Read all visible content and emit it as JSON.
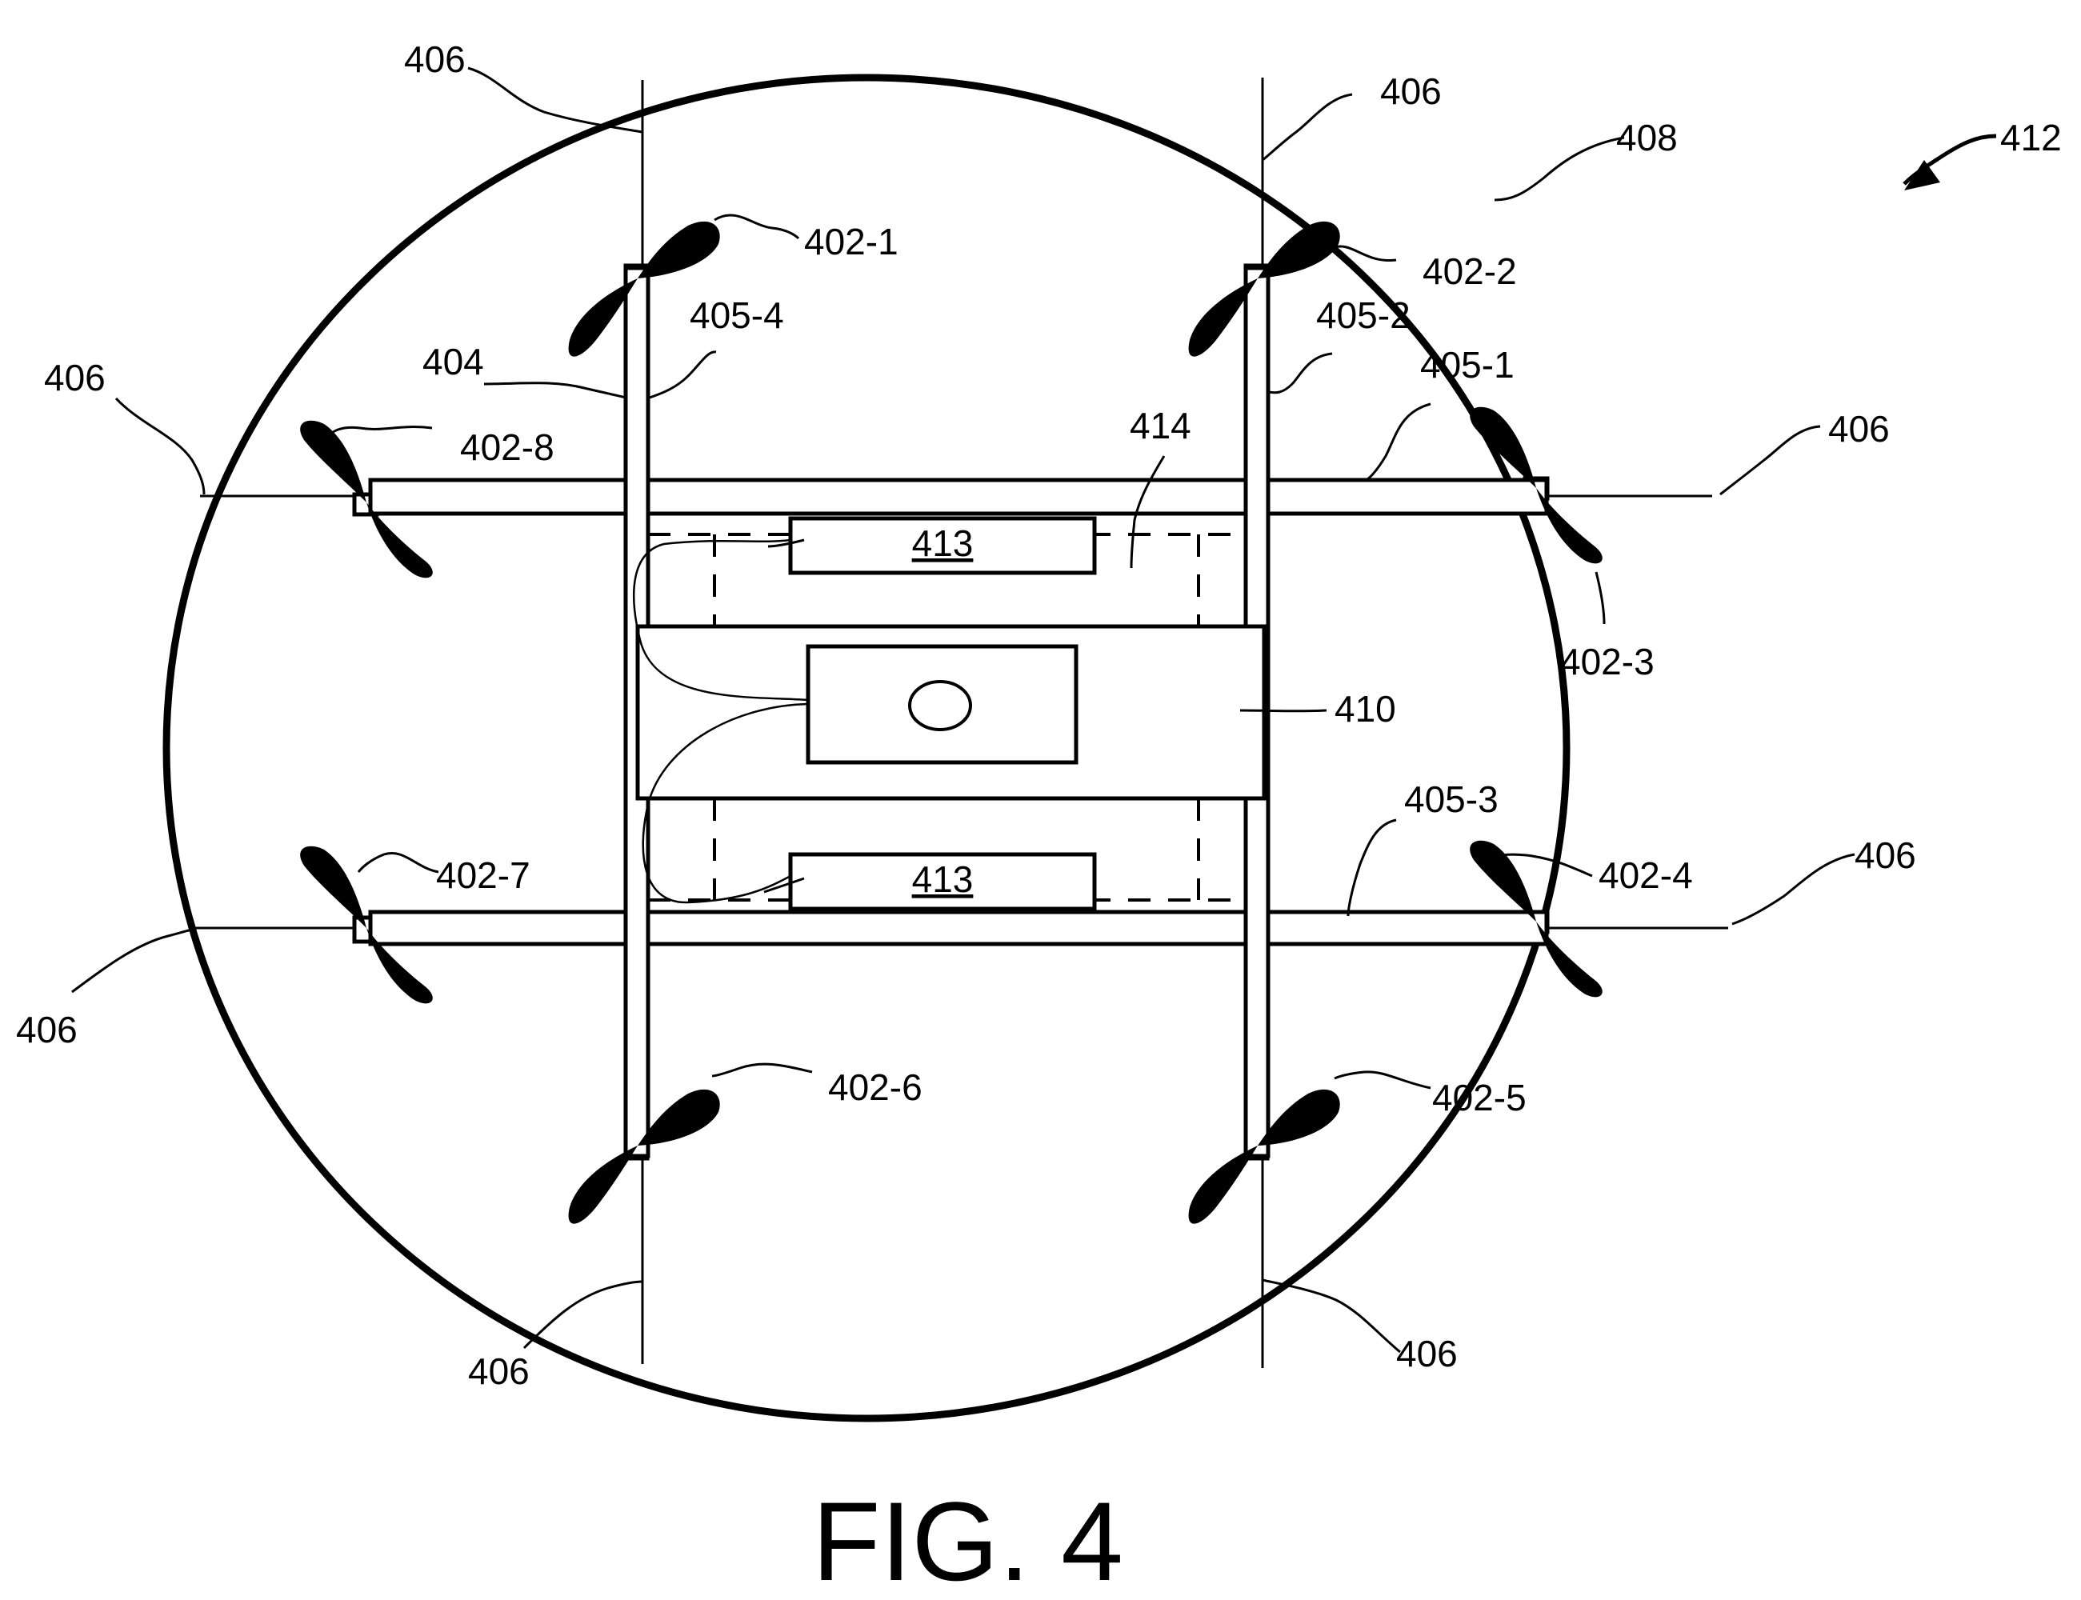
{
  "figure": {
    "caption": "FIG. 4",
    "labels": {
      "l412": "412",
      "l408": "408",
      "l406_top_left": "406",
      "l406_top_right": "406",
      "l406_left_upper": "406",
      "l406_right_upper": "406",
      "l406_left_lower": "406",
      "l406_right_lower": "406",
      "l406_bottom_left": "406",
      "l406_bottom_right": "406",
      "l402_1": "402-1",
      "l402_2": "402-2",
      "l402_3": "402-3",
      "l402_4": "402-4",
      "l402_5": "402-5",
      "l402_6": "402-6",
      "l402_7": "402-7",
      "l402_8": "402-8",
      "l404": "404",
      "l405_1": "405-1",
      "l405_2": "405-2",
      "l405_3": "405-3",
      "l405_4": "405-4",
      "l410": "410",
      "l413_upper": "413",
      "l413_lower": "413",
      "l414": "414"
    }
  }
}
